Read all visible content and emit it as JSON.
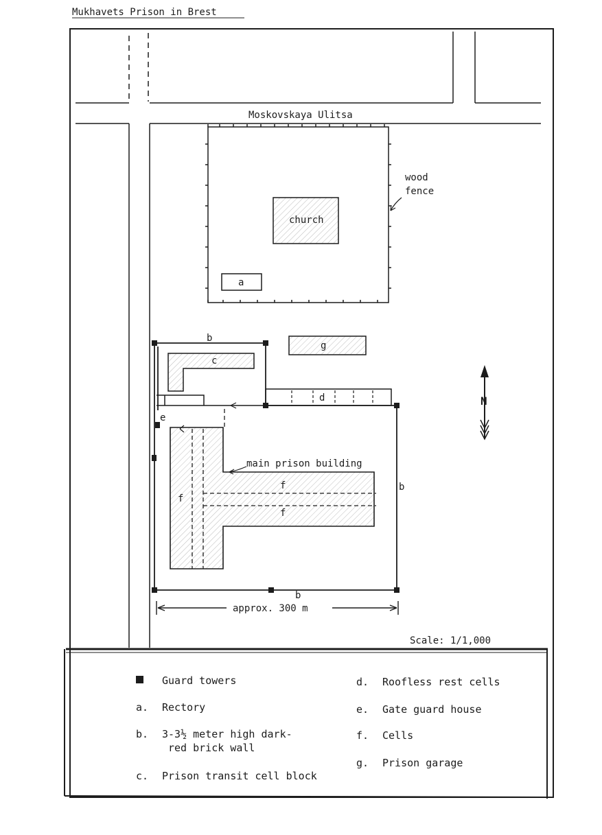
{
  "title": "Mukhavets Prison in Brest",
  "street": "Moskovskaya Ulitsa",
  "labels": {
    "wood_fence_1": "wood",
    "wood_fence_2": "fence",
    "church": "church",
    "a": "a",
    "b_top": "b",
    "b_right": "b",
    "b_bottom": "b",
    "c": "c",
    "d": "d",
    "e": "e",
    "f_left": "f",
    "f_upper": "f",
    "f_lower": "f",
    "g": "g",
    "main_building": "main prison building",
    "distance": "approx. 300 m",
    "scale": "Scale: 1/1,000",
    "north": "N"
  },
  "legend": {
    "towers": "Guard towers",
    "a_key": "a.",
    "a_text": "Rectory",
    "b_key": "b.",
    "b_text_1": "3-3½ meter high dark-",
    "b_text_2": "red brick wall",
    "c_key": "c.",
    "c_text": "Prison transit cell block",
    "d_key": "d.",
    "d_text": "Roofless rest cells",
    "e_key": "e.",
    "e_text": "Gate guard house",
    "f_key": "f.",
    "f_text": "Cells",
    "g_key": "g.",
    "g_text": "Prison garage"
  }
}
